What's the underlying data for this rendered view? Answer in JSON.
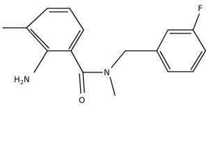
{
  "molecule": {
    "atom_labels": {
      "fluorine": "F",
      "amino_prefix": "H",
      "amino_subscript": "2",
      "amino_suffix": "N",
      "amide_nitrogen": "N",
      "carbonyl_oxygen": "O"
    }
  }
}
